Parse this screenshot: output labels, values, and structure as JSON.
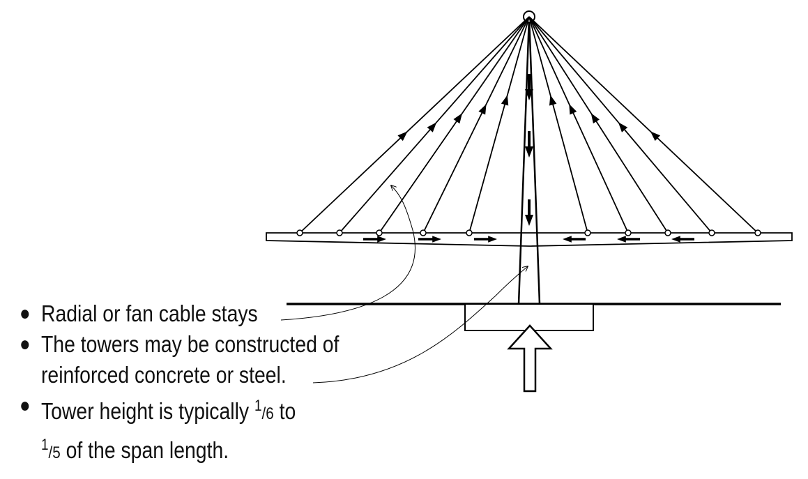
{
  "diagram": {
    "name": "cable-stayed bridge with radial fan stays",
    "colors": {
      "stroke": "#000000",
      "background": "#ffffff"
    },
    "bullets": [
      {
        "text": "Radial or fan cable stays"
      },
      {
        "line1": "The towers may be constructed of",
        "line2": "reinforced concrete or steel."
      },
      {
        "pre": "Tower height is typically ",
        "num1": "1",
        "den1": "/6",
        "mid": " to",
        "num2": "1",
        "den2": "/5",
        "post": " of the span length."
      }
    ]
  }
}
